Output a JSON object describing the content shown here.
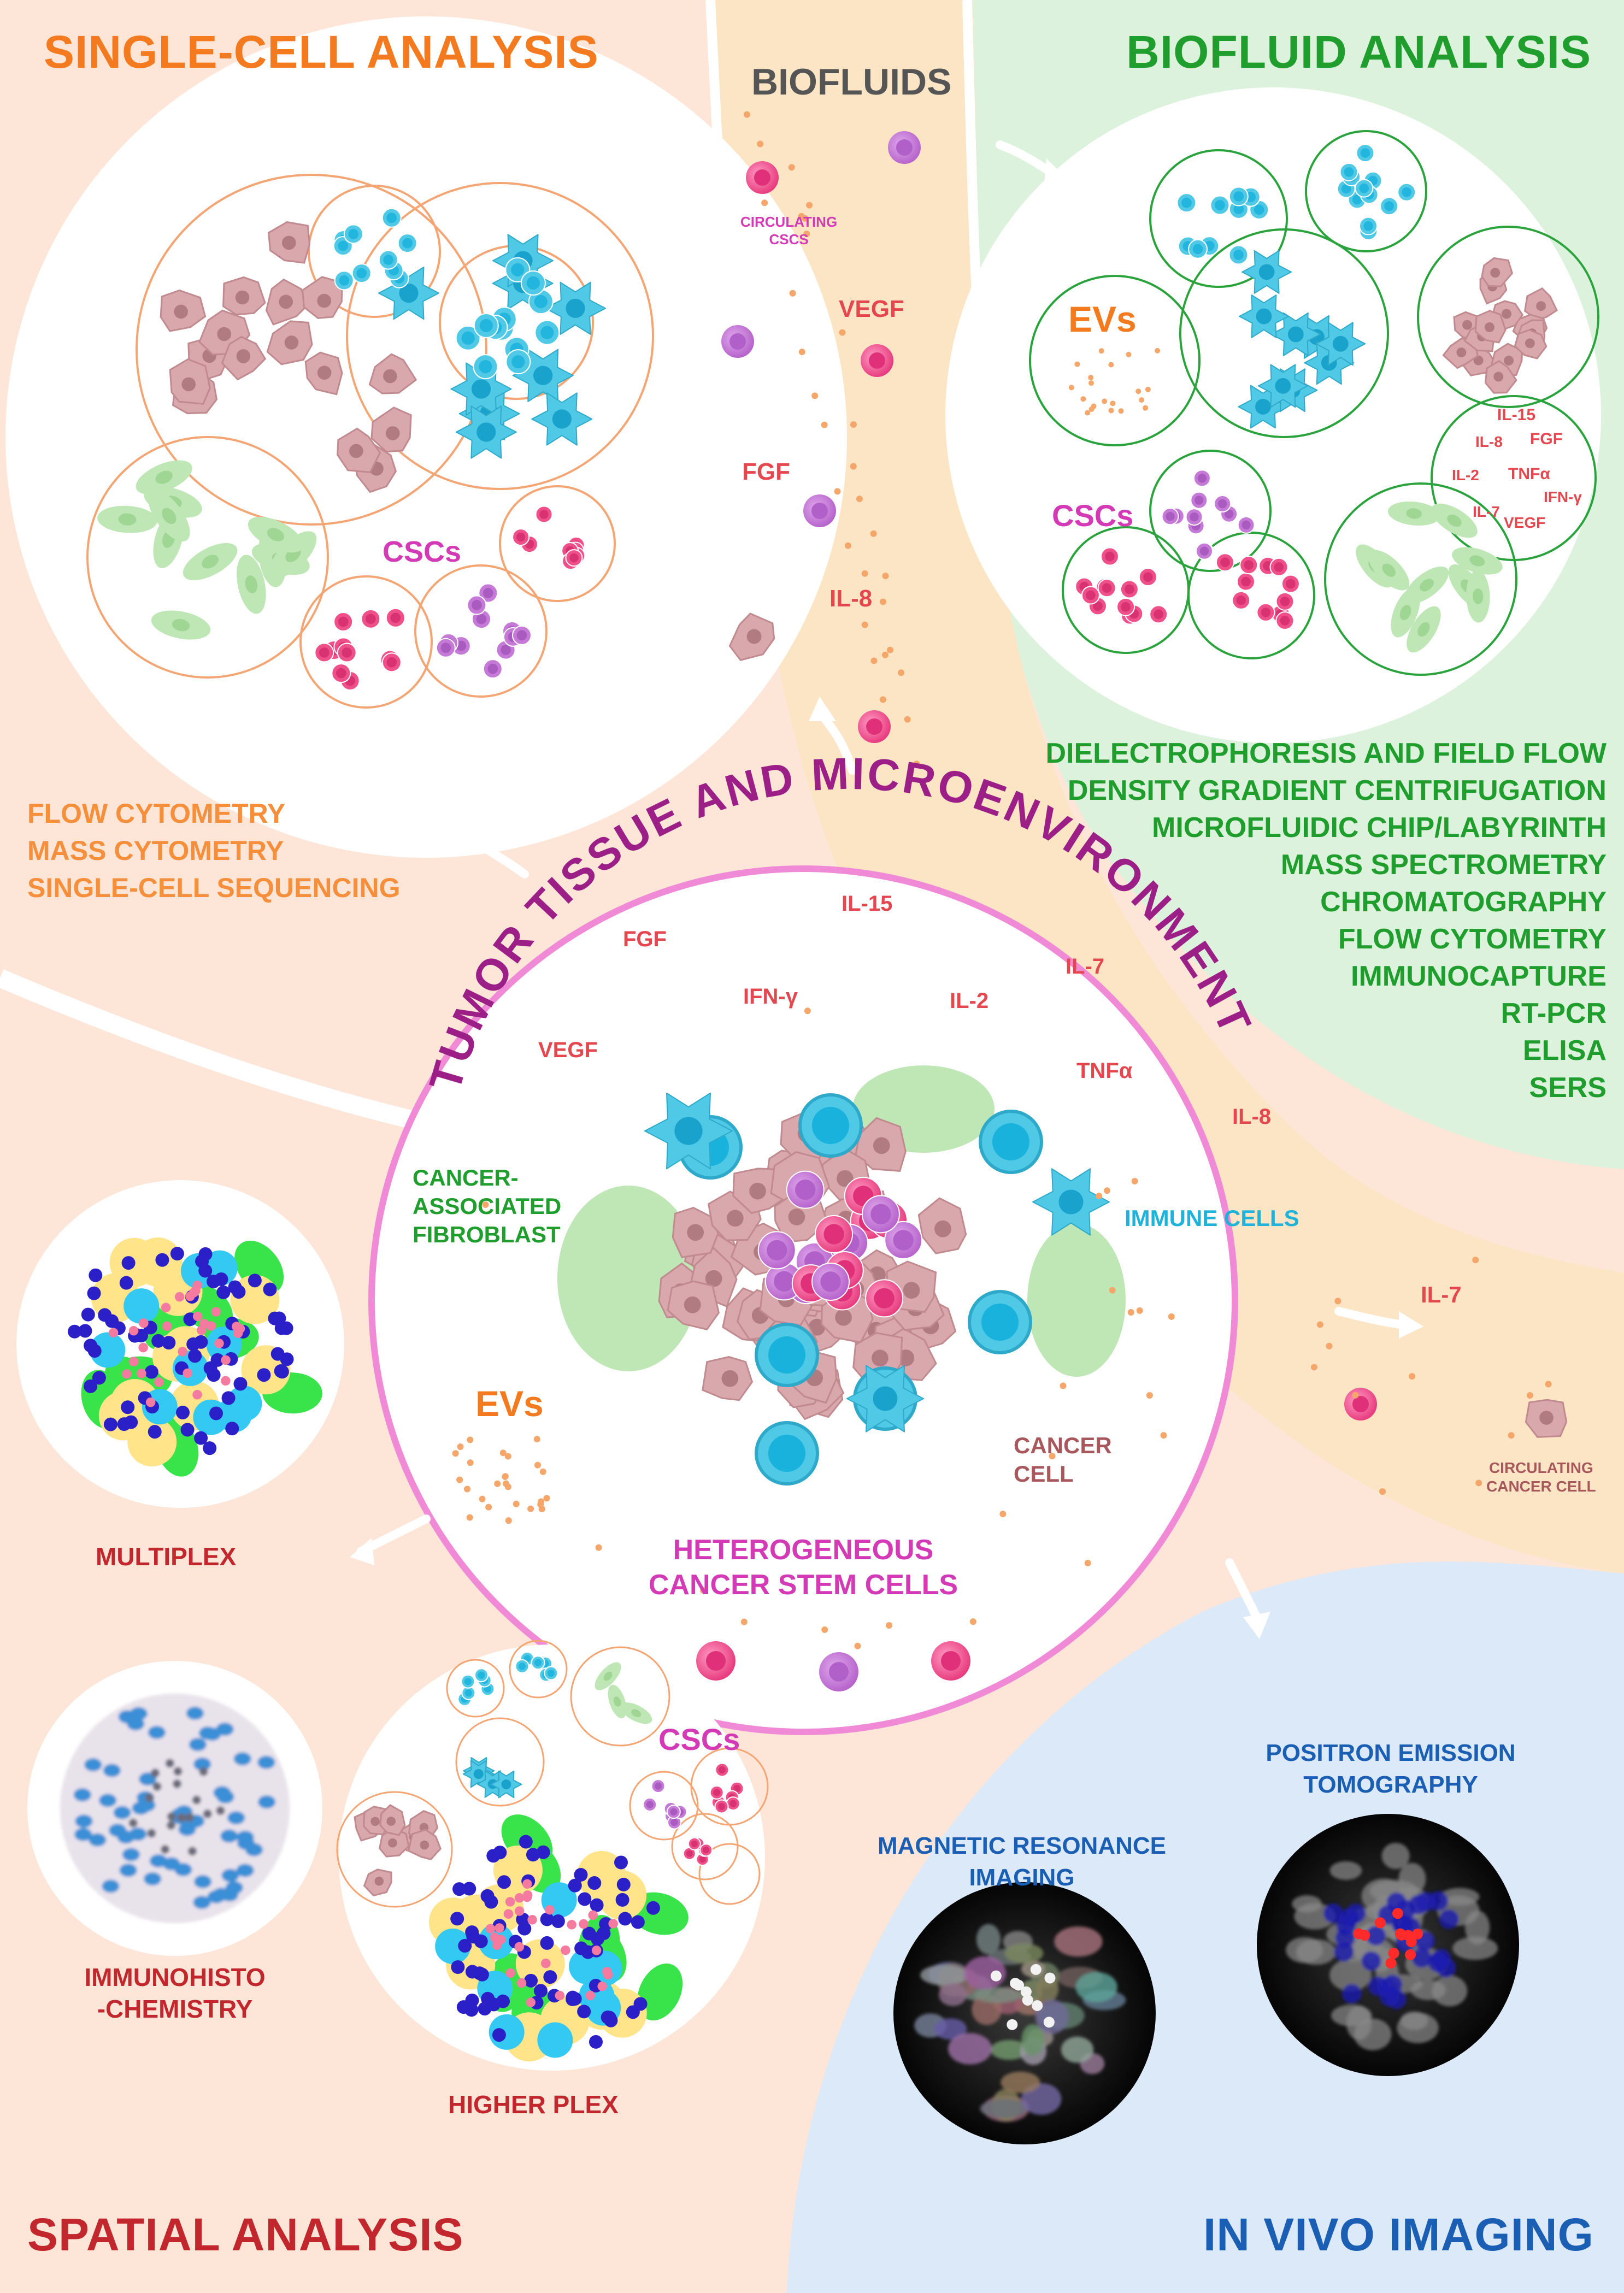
{
  "sections": {
    "single_cell": {
      "title": "SINGLE-CELL ANALYSIS",
      "csc_label": "CSCs",
      "methods": [
        "FLOW CYTOMETRY",
        "MASS CYTOMETRY",
        "SINGLE-CELL SEQUENCING"
      ]
    },
    "biofluids": {
      "title": "BIOFLUIDS",
      "circulating_cscs": [
        "CIRCULATING",
        "CSCS"
      ],
      "markers": [
        "VEGF",
        "FGF",
        "IL-8"
      ]
    },
    "biofluid_analysis": {
      "title": "BIOFLUID ANALYSIS",
      "evs_label": "EVs",
      "csc_label": "CSCs",
      "cytokines": [
        "IL-15",
        "IL-8",
        "FGF",
        "IL-2",
        "TNFα",
        "IFN-γ",
        "IL-7",
        "VEGF"
      ],
      "methods": [
        "DIELECTROPHORESIS AND FIELD FLOW",
        "DENSITY GRADIENT CENTRIFUGATION",
        "MICROFLUIDIC CHIP/LABYRINTH",
        "MASS SPECTROMETRY",
        "CHROMATOGRAPHY",
        "FLOW CYTOMETRY",
        "IMMUNOCAPTURE",
        "RT-PCR",
        "ELISA",
        "SERS"
      ]
    },
    "tumor": {
      "title": "TUMOR TISSUE AND MICROENVIRONMENT",
      "cytokines": [
        "IL-15",
        "FGF",
        "IL-7",
        "IFN-γ",
        "IL-2",
        "VEGF",
        "TNFα",
        "IL-8"
      ],
      "caf": [
        "CANCER-",
        "ASSOCIATED",
        "FIBROBLAST"
      ],
      "immune": "IMMUNE CELLS",
      "evs": "EVs",
      "cancer_cell": [
        "CANCER",
        "CELL"
      ],
      "stem": [
        "HETEROGENEOUS",
        "CANCER STEM CELLS"
      ]
    },
    "circulation": {
      "il7": "IL-7",
      "circulating_cancer_cell": [
        "CIRCULATING",
        "CANCER CELL"
      ]
    },
    "spatial": {
      "title": "SPATIAL ANALYSIS",
      "multiplex": "MULTIPLEX",
      "ihc": [
        "IMMUNOHISTO",
        "-CHEMISTRY"
      ],
      "higher_plex": "HIGHER PLEX",
      "csc_label": "CSCs"
    },
    "in_vivo": {
      "title": "IN VIVO IMAGING",
      "mri": [
        "MAGNETIC RESONANCE",
        "IMAGING"
      ],
      "pet": [
        "POSITRON EMISSION",
        "TOMOGRAPHY"
      ]
    }
  },
  "colors": {
    "single_cell_bg": "#fde6d8",
    "biofluid_bg": "#dcf2dc",
    "vivo_bg": "#dbe9f8",
    "stream": "#fbe5c4",
    "tumor_ring": "#f08ad6",
    "cancer_cell": "#d8a8ac",
    "immune": "#4fc9e6",
    "caf": "#bfe6b5",
    "csc_pink": "#f0508a",
    "csc_purple": "#c47ad6"
  }
}
